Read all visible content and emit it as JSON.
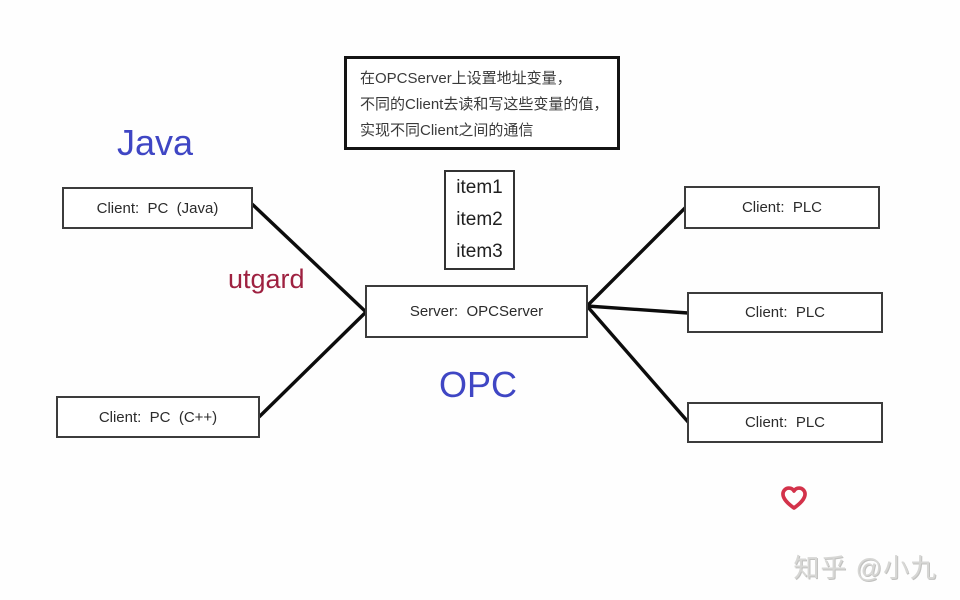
{
  "note_box": {
    "lines": [
      "在OPCServer上设置地址变量，",
      "不同的Client去读和写这些变量的值，",
      "实现不同Client之间的通信"
    ]
  },
  "annotations": {
    "java": "Java",
    "utgard": "utgard",
    "opc": "OPC"
  },
  "nodes": {
    "client_java": "Client:  PC  (Java)",
    "client_cpp": "Client:  PC  (C++)",
    "server": "Server:  OPCServer",
    "plc_top": "Client:  PLC",
    "plc_middle": "Client:  PLC",
    "plc_bottom": "Client:  PLC"
  },
  "item_box": {
    "items": [
      "item1",
      "item2",
      "item3"
    ]
  },
  "watermark": "知乎 @小九",
  "icons": {
    "heart": "heart-outline-icon"
  },
  "colors": {
    "accent_blue": "#3f46c4",
    "dark_red": "#9e2140",
    "heart_red": "#d3324a",
    "connector_black": "#0c0c0c",
    "watermark_gray": "#d7d7d5",
    "box_border": "#3c3c3c"
  }
}
